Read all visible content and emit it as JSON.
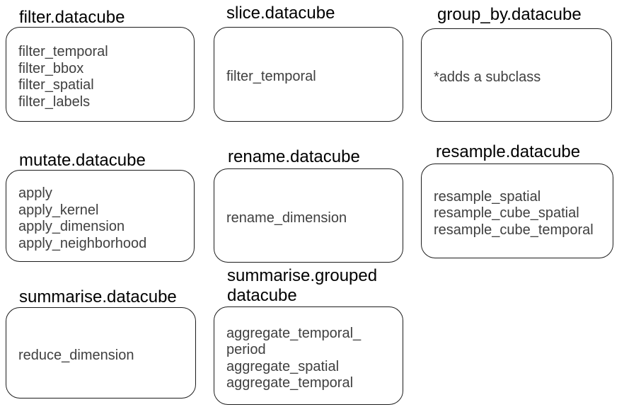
{
  "diagram": {
    "colors": {
      "background": "#ffffff",
      "title_text": "#000000",
      "item_text": "#404040",
      "box_border": "#1c1c1c"
    },
    "boxes": [
      {
        "title": "filter.datacube",
        "items": [
          "filter_temporal",
          "filter_bbox",
          "filter_spatial",
          "filter_labels"
        ]
      },
      {
        "title": "slice.datacube",
        "items": [
          "filter_temporal"
        ]
      },
      {
        "title": "group_by.datacube",
        "items": [
          "*adds a subclass"
        ]
      },
      {
        "title": "mutate.datacube",
        "items": [
          "apply",
          "apply_kernel",
          "apply_dimension",
          "apply_neighborhood"
        ]
      },
      {
        "title": "rename.datacube",
        "items": [
          "rename_dimension"
        ]
      },
      {
        "title": "resample.datacube",
        "items": [
          "resample_spatial",
          "resample_cube_spatial",
          "resample_cube_temporal"
        ]
      },
      {
        "title": "summarise.datacube",
        "items": [
          "reduce_dimension"
        ]
      },
      {
        "title": "summarise.grouped\ndatacube",
        "items": [
          "aggregate_temporal_\nperiod",
          "aggregate_spatial",
          "aggregate_temporal"
        ]
      }
    ]
  }
}
